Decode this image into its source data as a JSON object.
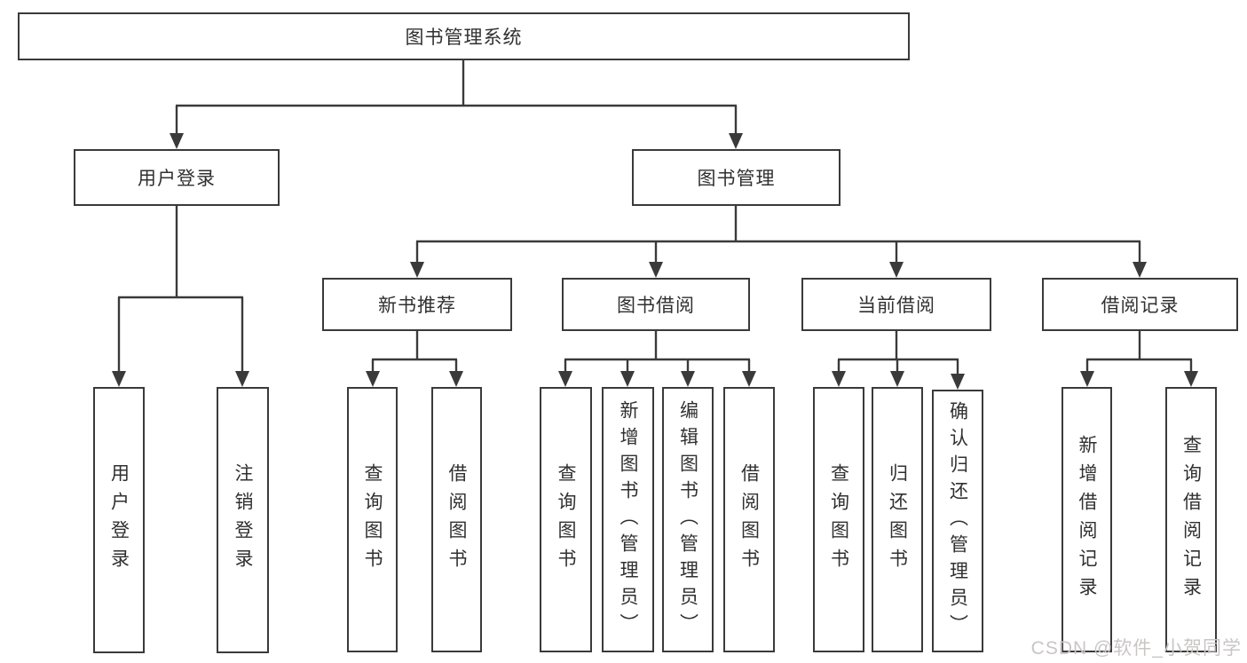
{
  "tree": {
    "root": {
      "label": "图书管理系统"
    },
    "user": {
      "label": "用户登录",
      "children": [
        {
          "label": "用户登录"
        },
        {
          "label": "注销登录"
        }
      ]
    },
    "mgmt": {
      "label": "图书管理",
      "sections": [
        {
          "label": "新书推荐",
          "children": [
            {
              "label": "查询图书"
            },
            {
              "label": "借阅图书"
            }
          ]
        },
        {
          "label": "图书借阅",
          "children": [
            {
              "label": "查询图书"
            },
            {
              "label": "新增图书（管理员）"
            },
            {
              "label": "编辑图书（管理员）"
            },
            {
              "label": "借阅图书"
            }
          ]
        },
        {
          "label": "当前借阅",
          "children": [
            {
              "label": "查询图书"
            },
            {
              "label": "归还图书"
            },
            {
              "label": "确认归还（管理员）"
            }
          ]
        },
        {
          "label": "借阅记录",
          "children": [
            {
              "label": "新增借阅记录"
            },
            {
              "label": "查询借阅记录"
            }
          ]
        }
      ]
    }
  },
  "watermark": {
    "text": "CSDN @软件_小贺同学"
  },
  "colors": {
    "line": "#3a3a3a",
    "box_border": "#3a3a3a",
    "text": "#303030",
    "watermark": "#c9c5c5",
    "background": "#ffffff"
  }
}
